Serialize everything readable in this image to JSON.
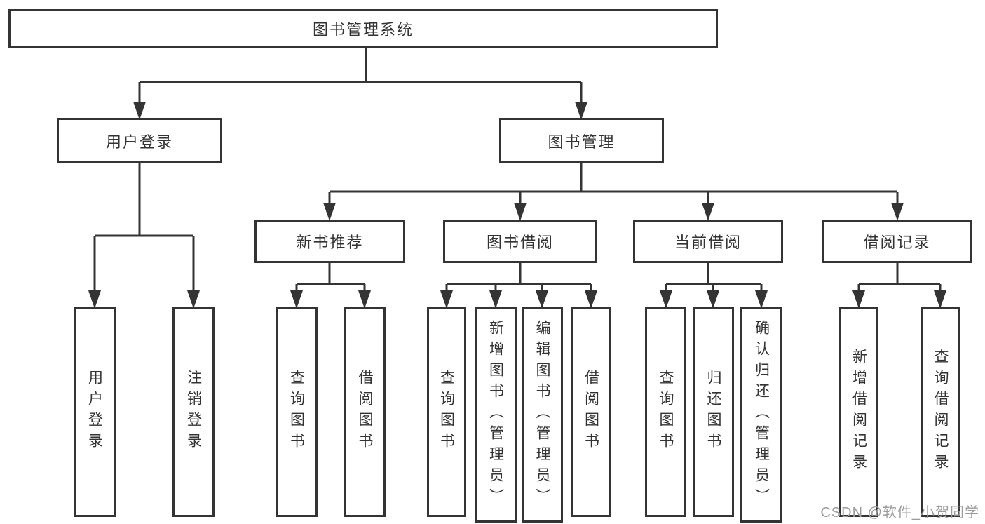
{
  "diagram": {
    "root": "图书管理系统",
    "level2": [
      "用户登录",
      "图书管理"
    ],
    "level3": [
      "新书推荐",
      "图书借阅",
      "当前借阅",
      "借阅记录"
    ],
    "leaves": {
      "user_login": [
        "用户登录",
        "注销登录"
      ],
      "new_book": [
        "查询图书",
        "借阅图书"
      ],
      "borrow": [
        "查询图书",
        "新增图书（管理员）",
        "编辑图书（管理员）",
        "借阅图书"
      ],
      "current": [
        "查询图书",
        "归还图书",
        "确认归还（管理员）"
      ],
      "records": [
        "新增借阅记录",
        "查询借阅记录"
      ]
    }
  },
  "watermark": {
    "text": "CSDN @软件_小贺同学"
  },
  "colors": {
    "line": "#343434",
    "text": "#333333",
    "watermark": "#9c9c9c",
    "background": "#ffffff"
  }
}
